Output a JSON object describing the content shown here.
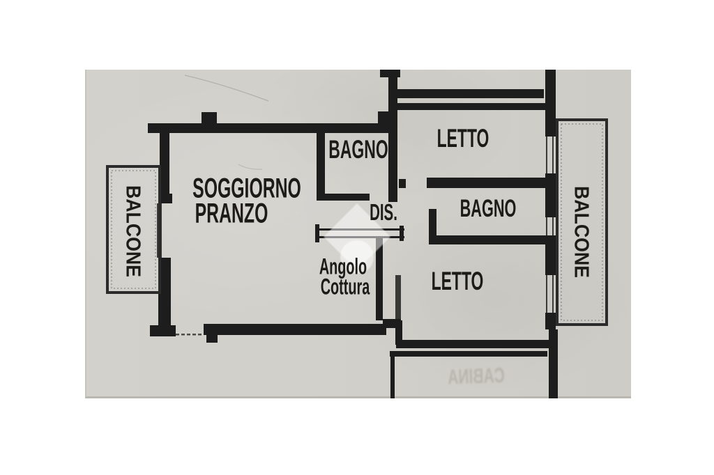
{
  "plan": {
    "kind_note": "scanned apartment floor plan",
    "rooms": {
      "balcone_left": "BALCONE",
      "soggiorno_line1": "SOGGIORNO",
      "soggiorno_line2": "PRANZO",
      "bagno_top": "BAGNO",
      "dis": "DIS.",
      "angolo_line1": "Angolo",
      "angolo_line2": "Cottura",
      "letto_top": "LETTO",
      "bagno_right": "BAGNO",
      "letto_bottom": "LETTO",
      "balcone_right": "BALCONE",
      "bleed_through": "CABINA"
    },
    "colors": {
      "paper": "#d1cfca",
      "wall": "#1d1d1d",
      "label_text": "#1d1b18",
      "watermark": "rgba(255,255,255,0.5)",
      "background": "#ffffff"
    }
  }
}
